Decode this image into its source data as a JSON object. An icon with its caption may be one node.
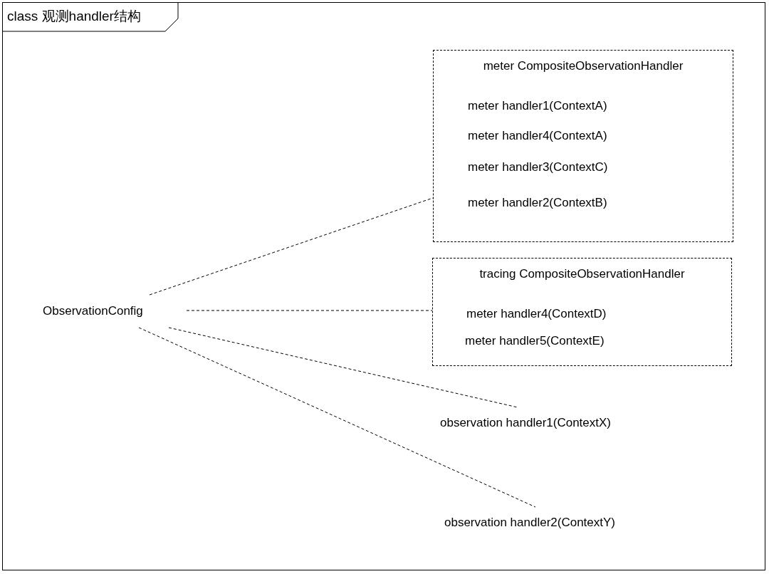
{
  "diagram": {
    "title": "class 观测handler结构",
    "nodes": [
      {
        "text": [
          "ObservationConfig"
        ]
      },
      {
        "text": [
          "meter CompositeObservationHandler",
          "meter handler1(ContextA)",
          "meter handler4(ContextA)",
          "meter handler3(ContextC)",
          "meter handler2(ContextB)"
        ]
      },
      {
        "text": [
          "tracing CompositeObservationHandler",
          "meter handler4(ContextD)",
          "meter handler5(ContextE)"
        ]
      },
      {
        "text": [
          "observation handler1(ContextX)"
        ]
      },
      {
        "text": [
          "observation handler2(ContextY)"
        ]
      }
    ],
    "edges": [
      {
        "from": 0,
        "to": 1,
        "arrow": "none",
        "style": "dashed"
      },
      {
        "from": 0,
        "to": 2,
        "arrow": "none",
        "style": "dashed"
      },
      {
        "from": 0,
        "to": 3,
        "arrow": "none",
        "style": "dashed"
      },
      {
        "from": 0,
        "to": 4,
        "arrow": "none",
        "style": "dashed"
      }
    ]
  }
}
